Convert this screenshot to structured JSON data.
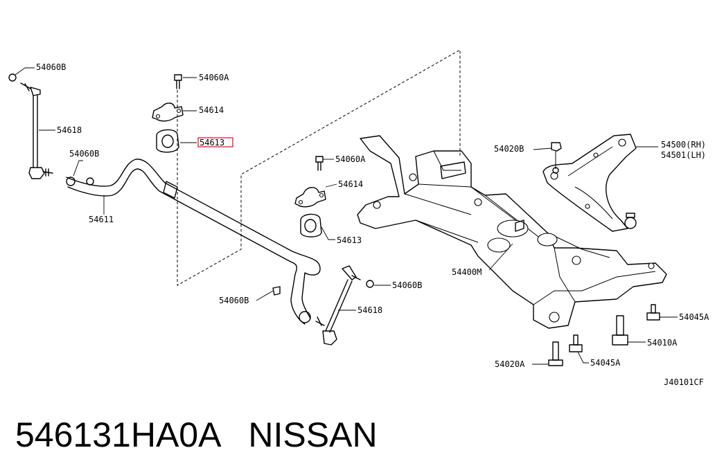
{
  "diagram": {
    "code": "J40101CF",
    "highlight_color": "#e8001c",
    "labels": {
      "l_54060B_top": "54060B",
      "l_54060A_top": "54060A",
      "l_54614_top": "54614",
      "l_54618_left": "54618",
      "l_54613_top": "54613",
      "l_54060B_mid": "54060B",
      "l_54611": "54611",
      "l_54060A_mid": "54060A",
      "l_54614_mid": "54614",
      "l_54613_mid": "54613",
      "l_54020B": "54020B",
      "l_54500": "54500(RH)",
      "l_54501": "54501(LH)",
      "l_54400M": "54400M",
      "l_54060B_right": "54060B",
      "l_54060B_low": "54060B",
      "l_54618_right": "54618",
      "l_54045A_right": "54045A",
      "l_54010A": "54010A",
      "l_54020A": "54020A",
      "l_54045A_low": "54045A"
    }
  },
  "footer": {
    "part_number": "546131HA0A",
    "brand": "NISSAN"
  }
}
